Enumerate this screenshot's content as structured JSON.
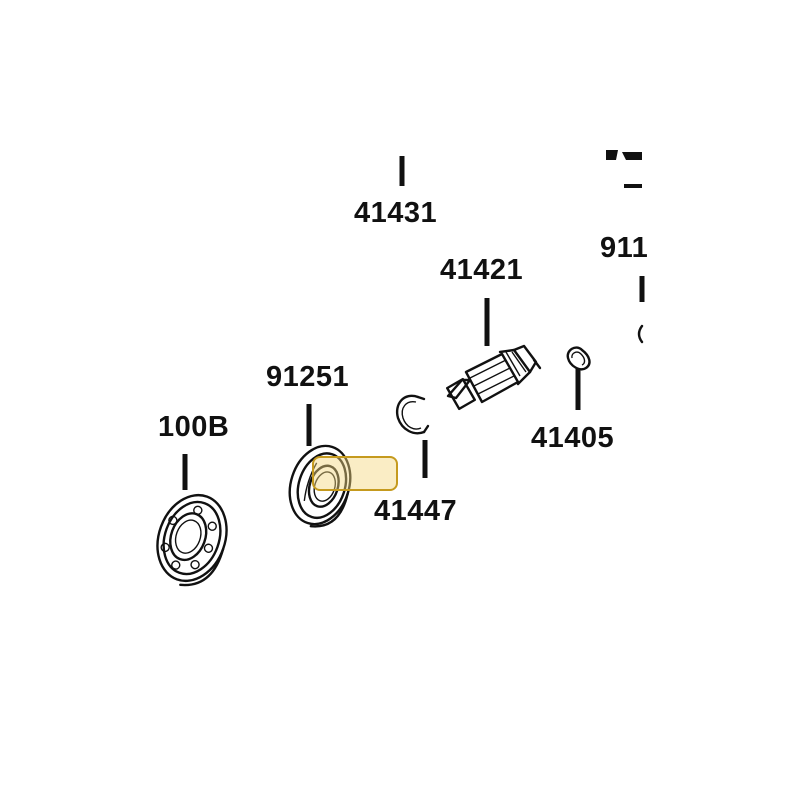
{
  "diagram": {
    "highlight_color": "#f5d77e",
    "ink_color": "#111111",
    "background": "#ffffff",
    "parts": [
      {
        "id": "41431",
        "label": "41431"
      },
      {
        "id": "41421",
        "label": "41421"
      },
      {
        "id": "91251",
        "label": "91251"
      },
      {
        "id": "41405",
        "label": "41405"
      },
      {
        "id": "41447",
        "label": "41447"
      },
      {
        "id": "100B",
        "label": "100B"
      },
      {
        "id": "911",
        "label": "911"
      }
    ]
  }
}
